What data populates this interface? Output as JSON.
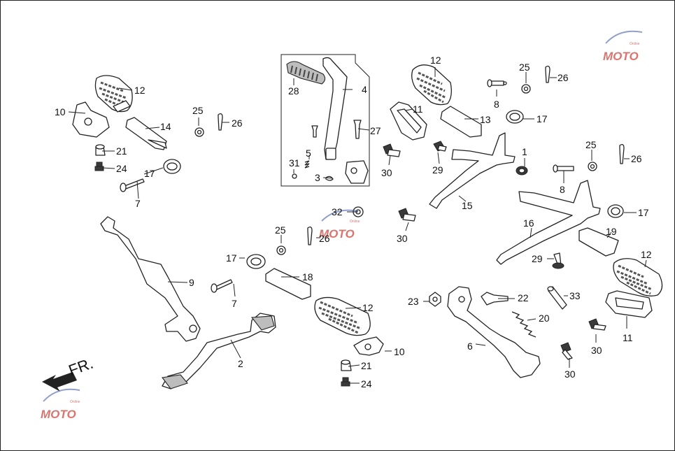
{
  "direction_label": "FR.",
  "watermark": {
    "brand": "MOTO",
    "tagline": "Online",
    "color": "#d0463f"
  },
  "labels": [
    {
      "id": "l1",
      "text": "12"
    },
    {
      "id": "l2",
      "text": "10"
    },
    {
      "id": "l3",
      "text": "14"
    },
    {
      "id": "l4",
      "text": "25"
    },
    {
      "id": "l5",
      "text": "26"
    },
    {
      "id": "l6",
      "text": "21"
    },
    {
      "id": "l7",
      "text": "24"
    },
    {
      "id": "l8",
      "text": "17"
    },
    {
      "id": "l9",
      "text": "7"
    },
    {
      "id": "l10",
      "text": "28"
    },
    {
      "id": "l11",
      "text": "4"
    },
    {
      "id": "l12",
      "text": "27"
    },
    {
      "id": "l13",
      "text": "5"
    },
    {
      "id": "l14",
      "text": "31"
    },
    {
      "id": "l15",
      "text": "3"
    },
    {
      "id": "l16",
      "text": "12"
    },
    {
      "id": "l17",
      "text": "11"
    },
    {
      "id": "l18",
      "text": "13"
    },
    {
      "id": "l19",
      "text": "25"
    },
    {
      "id": "l20",
      "text": "26"
    },
    {
      "id": "l21",
      "text": "8"
    },
    {
      "id": "l22",
      "text": "17"
    },
    {
      "id": "l23",
      "text": "30"
    },
    {
      "id": "l24",
      "text": "29"
    },
    {
      "id": "l25",
      "text": "1"
    },
    {
      "id": "l26",
      "text": "15"
    },
    {
      "id": "l27",
      "text": "25"
    },
    {
      "id": "l28",
      "text": "26"
    },
    {
      "id": "l29",
      "text": "8"
    },
    {
      "id": "l30",
      "text": "17"
    },
    {
      "id": "l31",
      "text": "32"
    },
    {
      "id": "l32",
      "text": "30"
    },
    {
      "id": "l33",
      "text": "25"
    },
    {
      "id": "l34",
      "text": "26"
    },
    {
      "id": "l35",
      "text": "9"
    },
    {
      "id": "l36",
      "text": "17"
    },
    {
      "id": "l37",
      "text": "18"
    },
    {
      "id": "l38",
      "text": "7"
    },
    {
      "id": "l39",
      "text": "12"
    },
    {
      "id": "l40",
      "text": "2"
    },
    {
      "id": "l41",
      "text": "10"
    },
    {
      "id": "l42",
      "text": "21"
    },
    {
      "id": "l43",
      "text": "24"
    },
    {
      "id": "l44",
      "text": "16"
    },
    {
      "id": "l45",
      "text": "19"
    },
    {
      "id": "l46",
      "text": "29"
    },
    {
      "id": "l47",
      "text": "12"
    },
    {
      "id": "l48",
      "text": "23"
    },
    {
      "id": "l49",
      "text": "22"
    },
    {
      "id": "l50",
      "text": "33"
    },
    {
      "id": "l51",
      "text": "20"
    },
    {
      "id": "l52",
      "text": "6"
    },
    {
      "id": "l53",
      "text": "11"
    },
    {
      "id": "l54",
      "text": "30"
    },
    {
      "id": "l55",
      "text": "30"
    }
  ]
}
